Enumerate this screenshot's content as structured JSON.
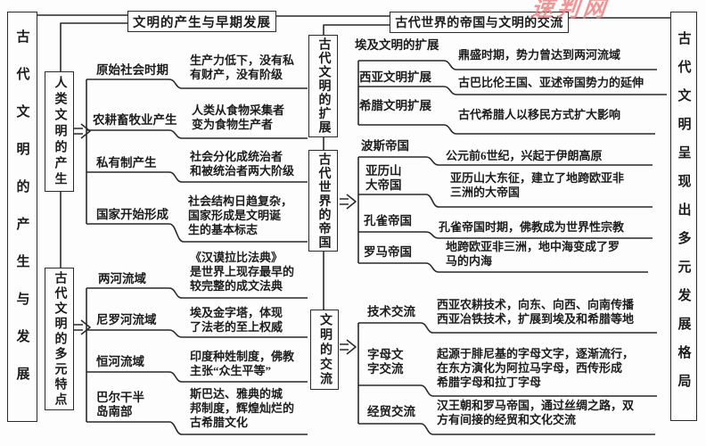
{
  "watermark": "速判网",
  "colors": {
    "line": "#2a2a2a",
    "watermark": "#ee8383",
    "text": "#1c1c1c"
  },
  "nodes": {
    "root_left": "古代文明的产生与发展",
    "root_right": "古代文明呈现出多元发展格局",
    "top_left": "文明的产生与早期发展",
    "top_right": "古代世界的帝国与文明的交流",
    "origin": "人类文明的产生",
    "diversity": "古代文明的多元特点",
    "expansion": "古代文明的扩展",
    "empires": "古代世界的帝国",
    "exchange": "文明的交流"
  },
  "branches": {
    "origin": [
      {
        "label": "原始社会时期",
        "desc": "生产力低下，没有私\n有财产，没有阶级"
      },
      {
        "label": "农耕畜牧业产生",
        "desc": "人类从食物采集者\n变为食物生产者"
      },
      {
        "label": "私有制产生",
        "desc": "社会分化成统治者\n和被统治者两大阶级"
      },
      {
        "label": "国家开始形成",
        "desc": "社会结构日趋复杂，\n国家形成是文明诞\n生的基本标志"
      }
    ],
    "diversity": [
      {
        "label": "两河流域",
        "desc": "《汉谟拉比法典》\n是世界上现存最早的\n较完整的成文法典"
      },
      {
        "label": "尼罗河流域",
        "desc": "埃及金字塔，体现\n了法老的至上权威"
      },
      {
        "label": "恒河流域",
        "desc": "印度种姓制度，佛教\n主张“众生平等”"
      },
      {
        "label": "巴尔干半\n岛南部",
        "desc": "斯巴达、雅典的城\n邦制度，辉煌灿烂的\n古希腊文化"
      }
    ],
    "expansion": [
      {
        "label": "埃及文明的扩展",
        "desc": "鼎盛时期，势力曾达到两河流域"
      },
      {
        "label": "西亚文明扩展",
        "desc": "古巴比伦王国、亚述帝国势力的延伸"
      },
      {
        "label": "希腊文明扩展",
        "desc": "古代希腊人以移民方式扩大影响"
      }
    ],
    "empires": [
      {
        "label": "波斯帝国",
        "desc": "公元前6世纪，兴起于伊朗高原"
      },
      {
        "label": "亚历山\n大帝国",
        "desc": "亚历山大东征，建立了地跨欧亚非\n三洲的大帝国"
      },
      {
        "label": "孔雀帝国",
        "desc": "孔雀帝国时期，佛教成为世界性宗教"
      },
      {
        "label": "罗马帝国",
        "desc": "地跨欧亚非三洲，地中海变成了罗\n马的内海"
      }
    ],
    "exchange": [
      {
        "label": "技术交流",
        "desc": "西亚农耕技术，向东、向西、向南传播\n西亚冶铁技术，扩展到埃及和希腊等地"
      },
      {
        "label": "字母文\n字交流",
        "desc": "起源于腓尼基的字母文字，逐渐流行，\n在东方演化为阿拉马字母，西传形成\n希腊字母和拉丁字母"
      },
      {
        "label": "经贸交流",
        "desc": "汉王朝和罗马帝国，通过丝绸之路，双\n方有间接的经贸和文化交流"
      }
    ]
  }
}
